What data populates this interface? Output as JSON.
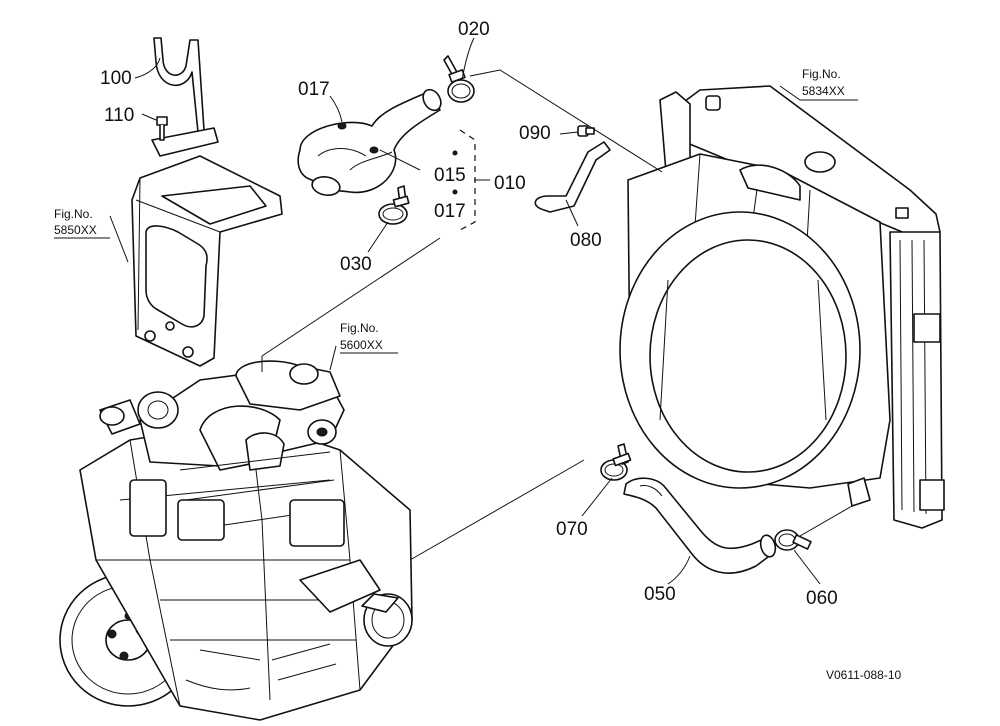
{
  "diagram": {
    "part_numbers": {
      "p100": "100",
      "p110": "110",
      "p017a": "017",
      "p020": "020",
      "p015": "015",
      "p010": "010",
      "p017b": "017",
      "p030": "030",
      "p090": "090",
      "p080": "080",
      "p070": "070",
      "p050": "050",
      "p060": "060"
    },
    "figure_refs": {
      "fig5850": {
        "label": "Fig.No.",
        "number": "5850XX"
      },
      "fig5834": {
        "label": "Fig.No.",
        "number": "5834XX"
      },
      "fig5600": {
        "label": "Fig.No.",
        "number": "5600XX"
      }
    },
    "drawing_code": "V0611-088-10",
    "colors": {
      "line": "#111111",
      "background": "#ffffff"
    }
  }
}
